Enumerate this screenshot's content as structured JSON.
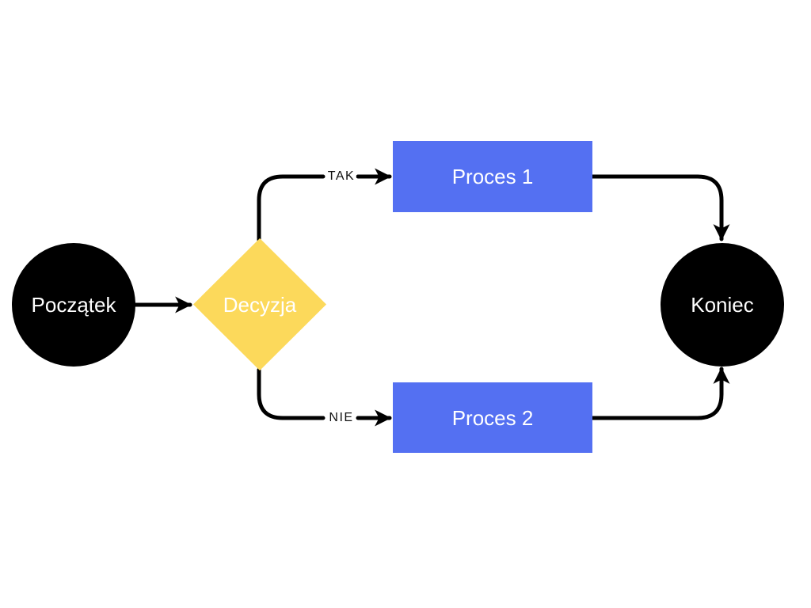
{
  "diagram": {
    "type": "flowchart",
    "nodes": {
      "start": {
        "label": "Początek",
        "shape": "circle",
        "fill": "#000000",
        "text_color": "#ffffff"
      },
      "decision": {
        "label": "Decyzja",
        "shape": "diamond",
        "fill": "#fcd95b",
        "text_color": "#ffffff"
      },
      "process1": {
        "label": "Proces 1",
        "shape": "rectangle",
        "fill": "#5470f2",
        "text_color": "#ffffff"
      },
      "process2": {
        "label": "Proces 2",
        "shape": "rectangle",
        "fill": "#5470f2",
        "text_color": "#ffffff"
      },
      "end": {
        "label": "Koniec",
        "shape": "circle",
        "fill": "#000000",
        "text_color": "#ffffff"
      }
    },
    "edges": [
      {
        "from": "start",
        "to": "decision",
        "label": ""
      },
      {
        "from": "decision",
        "to": "process1",
        "label": "TAK"
      },
      {
        "from": "decision",
        "to": "process2",
        "label": "NIE"
      },
      {
        "from": "process1",
        "to": "end",
        "label": ""
      },
      {
        "from": "process2",
        "to": "end",
        "label": ""
      }
    ],
    "edge_labels": {
      "yes": "TAK",
      "no": "NIE"
    }
  },
  "colors": {
    "background": "#ffffff",
    "node_black": "#000000",
    "process_blue": "#5470f2",
    "decision_yellow": "#fcd95b",
    "connector": "#000000",
    "edge_label_text": "#111111",
    "node_text": "#ffffff"
  }
}
